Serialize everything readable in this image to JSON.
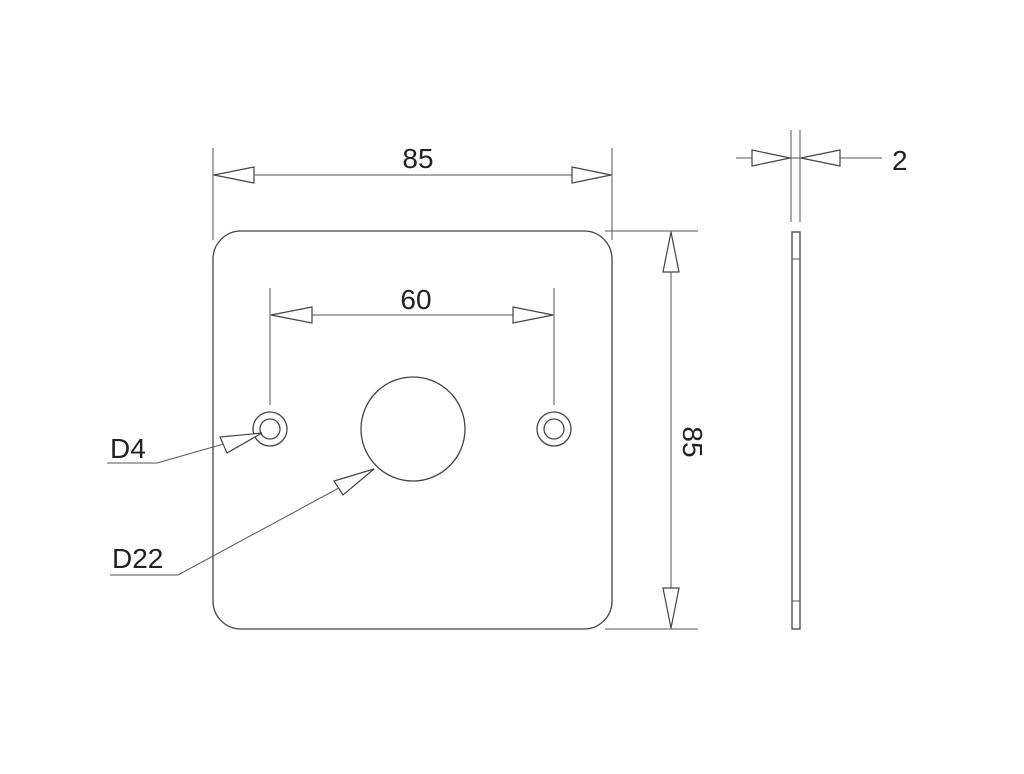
{
  "drawing": {
    "type": "technical-drawing",
    "subject": "square mounting plate with center hole and two mounting holes",
    "colors": {
      "line": "#444444",
      "text": "#222222",
      "background": "#ffffff"
    }
  },
  "front_view": {
    "width_dim": {
      "label": "85"
    },
    "height_dim": {
      "label": "85"
    },
    "hole_spacing_dim": {
      "label": "60"
    },
    "small_hole_callout": {
      "label": "D4"
    },
    "center_hole_callout": {
      "label": "D22"
    }
  },
  "side_view": {
    "thickness_dim": {
      "label": "2"
    }
  }
}
